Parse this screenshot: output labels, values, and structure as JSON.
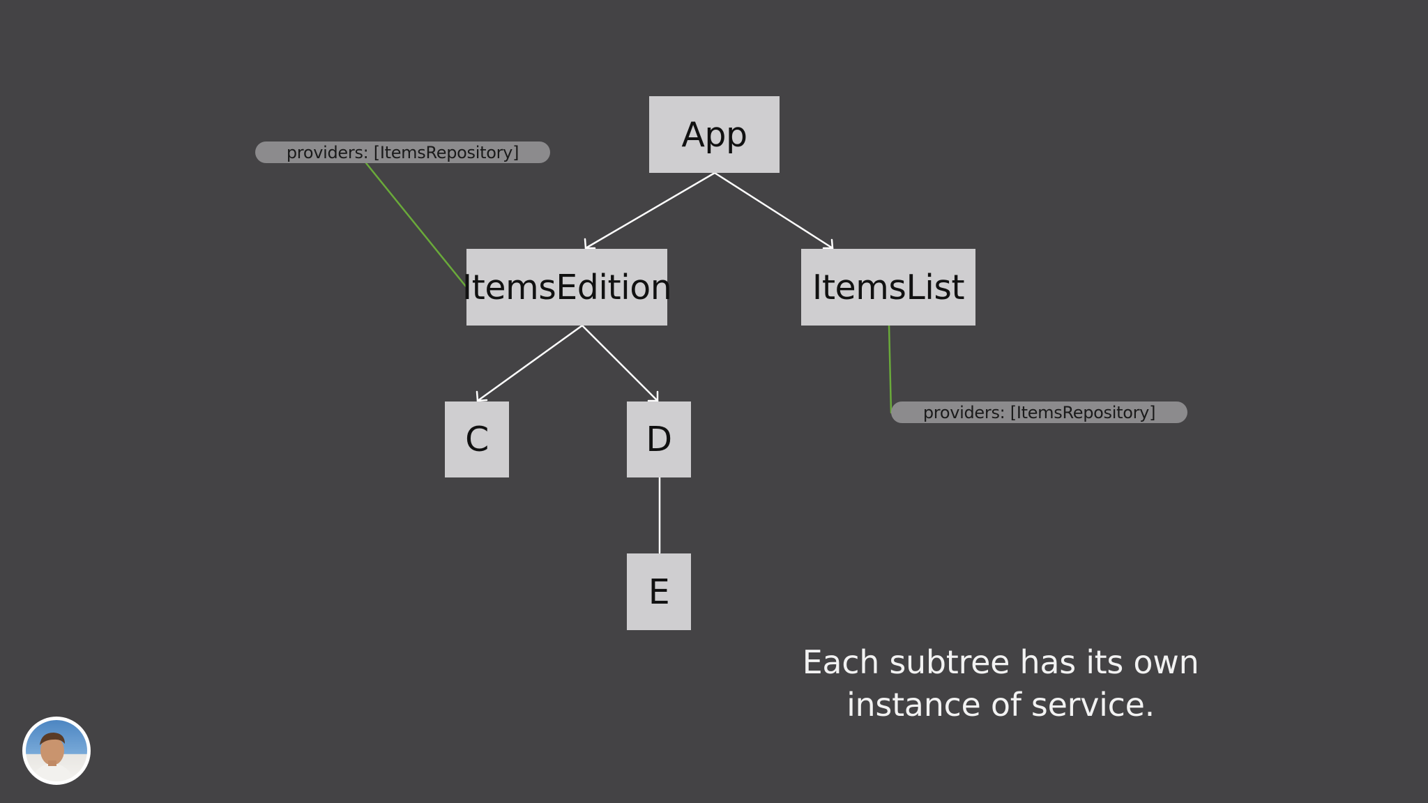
{
  "nodes": {
    "app": "App",
    "items_edition": "ItemsEdition",
    "items_list": "ItemsList",
    "c": "C",
    "d": "D",
    "e": "E"
  },
  "annotations": {
    "edition_providers": "providers: [ItemsRepository]",
    "list_providers": "providers: [ItemsRepository]"
  },
  "caption": {
    "line1": "Each subtree has its own",
    "line2": "instance of service."
  },
  "colors": {
    "background": "#444345",
    "node": "#cfced0",
    "pill": "#8c8b8d",
    "edge": "#ffffff",
    "annotation_link": "#6aaa3a"
  },
  "icons": {
    "presenter": "presenter-avatar"
  }
}
